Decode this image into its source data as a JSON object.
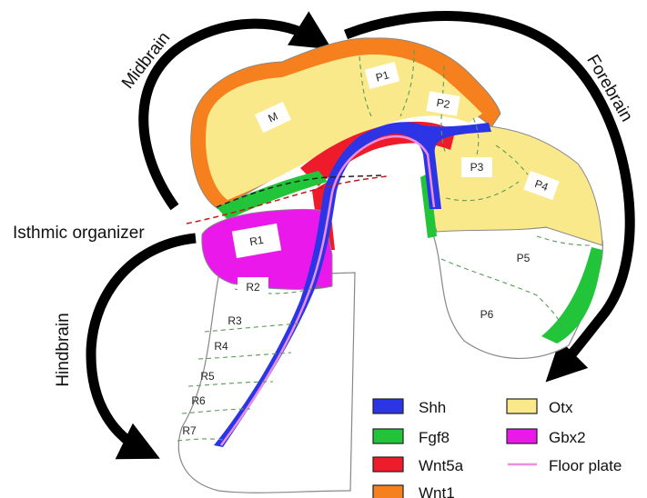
{
  "axes_labels": {
    "midbrain": "Midbrain",
    "forebrain": "Forebrain",
    "hindbrain": "Hindbrain",
    "isthmic": "Isthmic organizer"
  },
  "regions": {
    "m": "M",
    "p1": "P1",
    "p2": "P2",
    "p3": "P3",
    "p4": "P4",
    "p5": "P5",
    "p6": "P6",
    "r1": "R1",
    "r2": "R2",
    "r3": "R3",
    "r4": "R4",
    "r5": "R5",
    "r6": "R6",
    "r7": "R7"
  },
  "legend": [
    {
      "label": "Shh",
      "color": "#2b35e6"
    },
    {
      "label": "Fgf8",
      "color": "#22c53a"
    },
    {
      "label": "Wnt5a",
      "color": "#ee1c2b"
    },
    {
      "label": "Wnt1",
      "color": "#f7801e"
    },
    {
      "label": "Otx",
      "color": "#fae98a"
    },
    {
      "label": "Gbx2",
      "color": "#ea18ea"
    },
    {
      "label": "Floor plate",
      "color": "#ee8ee0"
    }
  ]
}
